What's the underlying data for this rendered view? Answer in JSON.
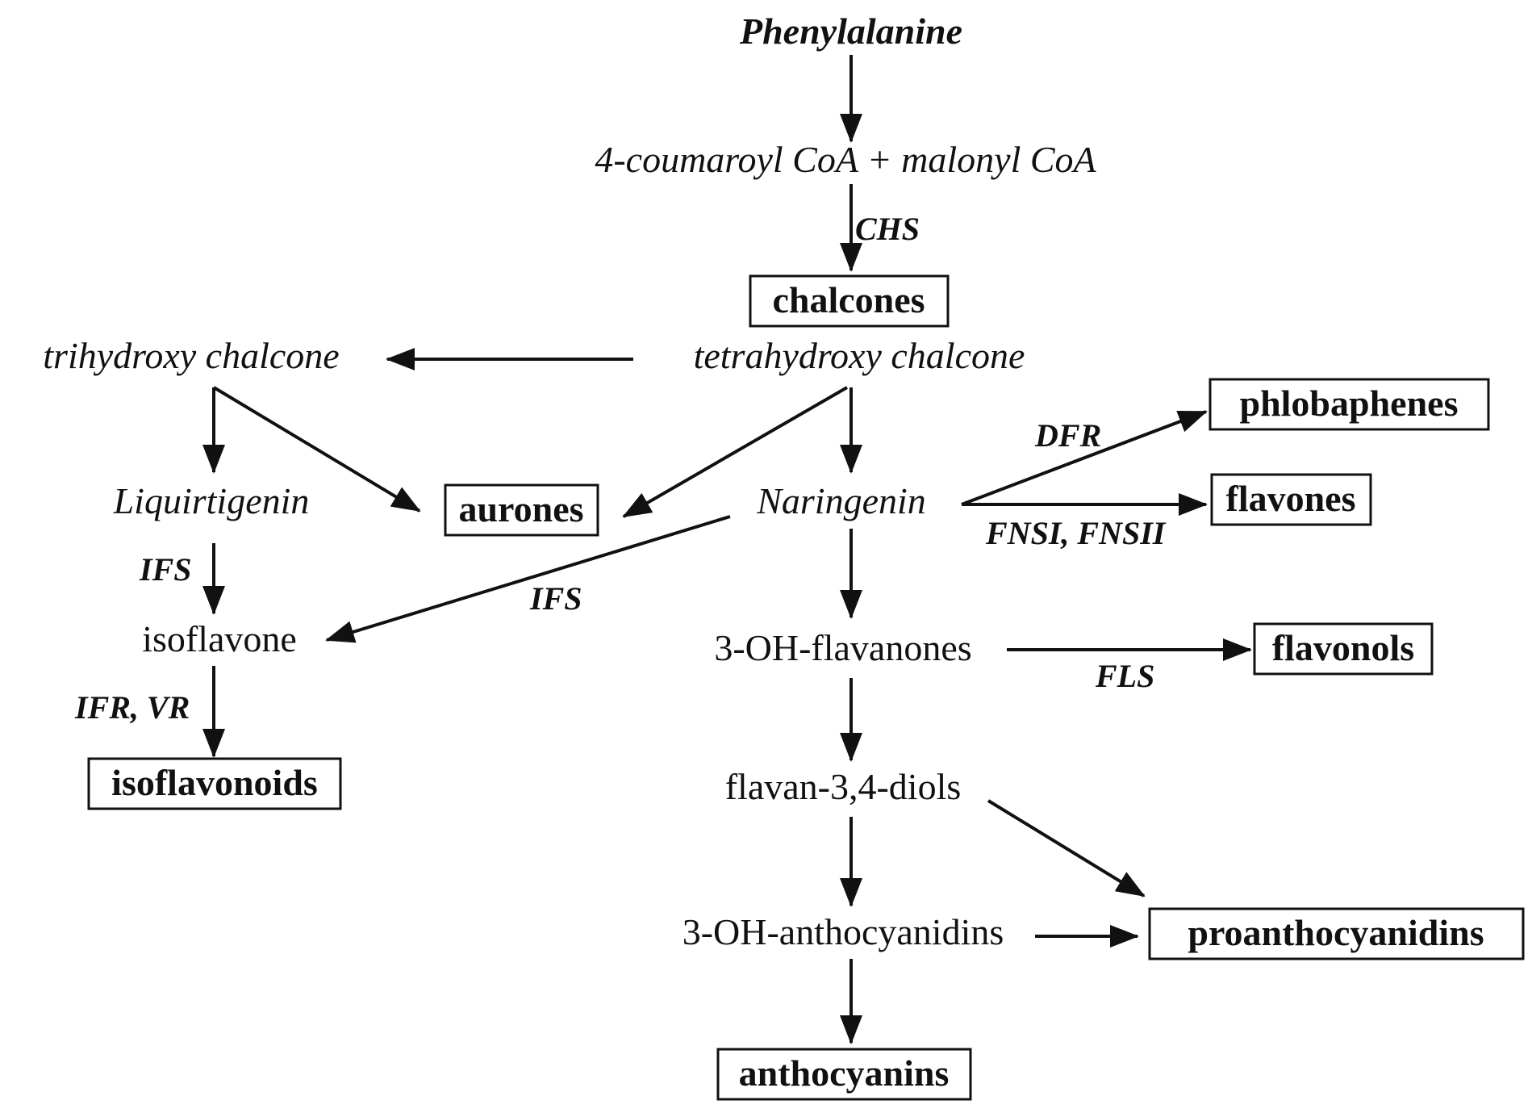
{
  "compounds": {
    "phenylalanine": "Phenylalanine",
    "coumaroyl": "4-coumaroyl CoA + malonyl CoA",
    "trihydroxy": "trihydroxy chalcone",
    "tetrahydroxy": "tetrahydroxy chalcone",
    "liquirtigenin": "Liquirtigenin",
    "naringenin": "Naringenin",
    "isoflavone": "isoflavone",
    "oh_flavanones": "3-OH-flavanones",
    "flavan_diols": "flavan-3,4-diols",
    "oh_anthocyanidins": "3-OH-anthocyanidins"
  },
  "products": {
    "chalcones": "chalcones",
    "phlobaphenes": "phlobaphenes",
    "aurones": "aurones",
    "flavones": "flavones",
    "flavonols": "flavonols",
    "isoflavonoids": "isoflavonoids",
    "proanthocyanidins": "proanthocyanidins",
    "anthocyanins": "anthocyanins"
  },
  "enzymes": {
    "chs": "CHS",
    "dfr": "DFR",
    "fns": "FNSI, FNSII",
    "ifs_left": "IFS",
    "ifs_right": "IFS",
    "ifr_vr": "IFR, VR",
    "fls": "FLS"
  },
  "colors": {
    "ink": "#111111",
    "background": "#ffffff"
  }
}
